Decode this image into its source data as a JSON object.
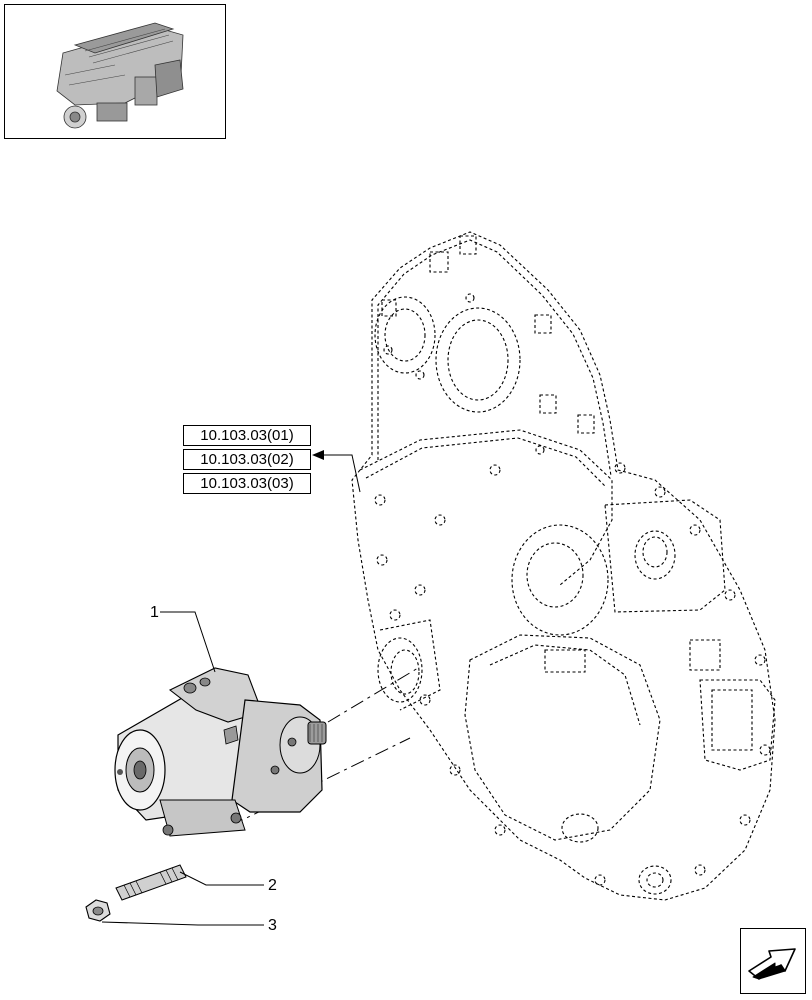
{
  "references": [
    {
      "label": "10.103.03(01)"
    },
    {
      "label": "10.103.03(02)"
    },
    {
      "label": "10.103.03(03)"
    }
  ],
  "callouts": [
    {
      "number": "1",
      "part": "starter-motor"
    },
    {
      "number": "2",
      "part": "stud"
    },
    {
      "number": "3",
      "part": "nut"
    }
  ],
  "thumbnail": {
    "icon": "engine-thumbnail-icon"
  },
  "navigation": {
    "icon": "return-arrow-icon"
  },
  "colors": {
    "line": "#000000",
    "background": "#ffffff",
    "part_fill": "#d8d8d8"
  }
}
